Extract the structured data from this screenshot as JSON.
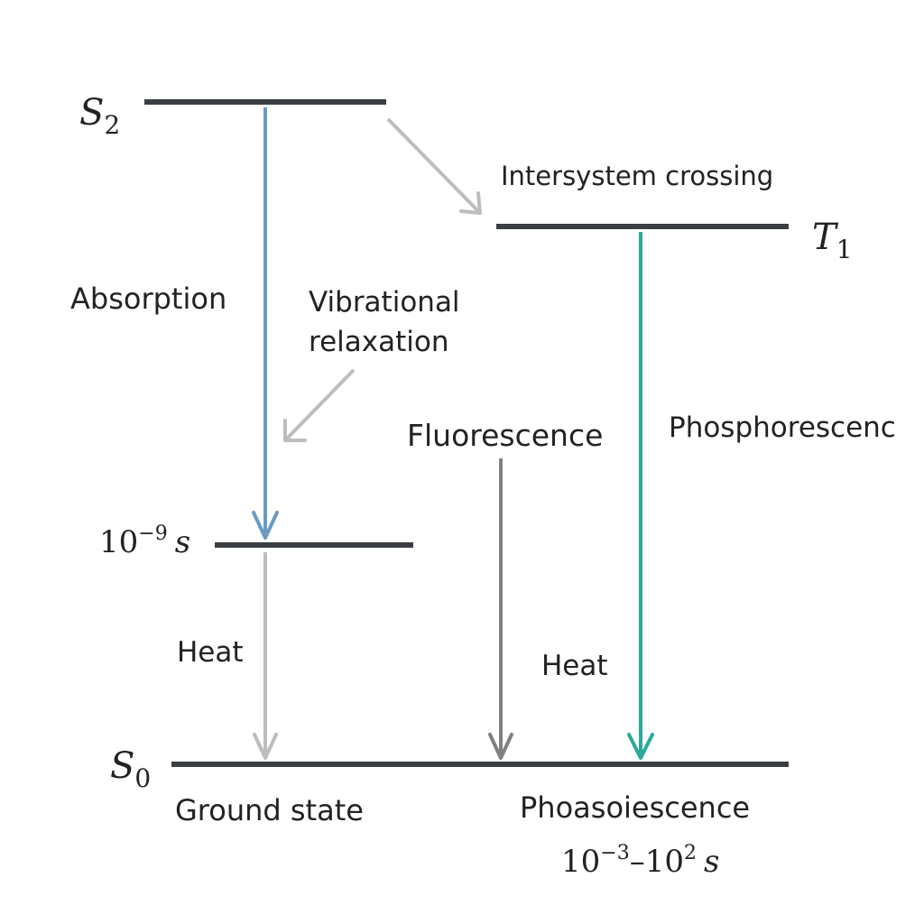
{
  "levels": {
    "s2": {
      "symbol": "S",
      "subscript": "2"
    },
    "t1": {
      "symbol": "T",
      "subscript": "1"
    },
    "intermediate": {
      "base": "10",
      "exponent": "−9",
      "unit": "s"
    },
    "s0": {
      "symbol": "S",
      "subscript": "0"
    }
  },
  "labels": {
    "absorption": "Absorption",
    "vibrational_relaxation_line1": "Vibrational",
    "vibrational_relaxation_line2": "relaxation",
    "intersystem_crossing": "Intersystem crossing",
    "fluorescence": "Fluorescence",
    "phosphorescence": "Phosphorescenc",
    "heat_left": "Heat",
    "heat_right": "Heat",
    "ground_state": "Ground state",
    "bottom_label": "Phoasoiescence",
    "timescale": {
      "base1": "10",
      "exp1": "−3",
      "dash": "–",
      "base2": "10",
      "exp2": "2",
      "unit": "s"
    }
  },
  "colors": {
    "level_line": "#3b3f44",
    "absorption_arrow": "#6a9bc3",
    "phosphorescence_arrow": "#2aaa9a",
    "fluorescence_arrow": "#808080",
    "light_arrow": "#bdbdbd"
  }
}
